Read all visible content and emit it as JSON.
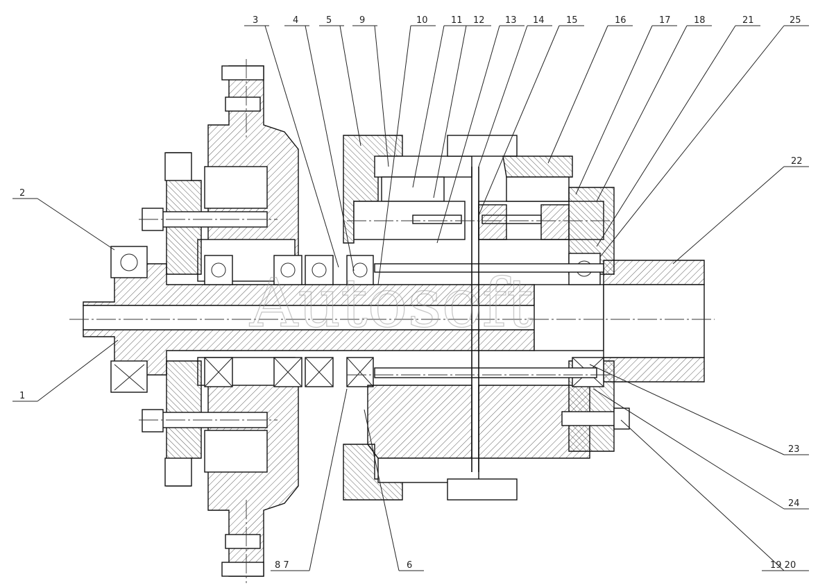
{
  "watermark": "Autosoft",
  "callouts": {
    "top": [
      "3",
      "4",
      "5",
      "9",
      "10",
      "11",
      "12",
      "13",
      "14",
      "15",
      "16",
      "17",
      "18",
      "21",
      "25"
    ],
    "right": [
      "22",
      "23",
      "24",
      "19 20"
    ],
    "left": [
      "2",
      "1"
    ],
    "bottom": [
      "8 7",
      "6"
    ]
  }
}
